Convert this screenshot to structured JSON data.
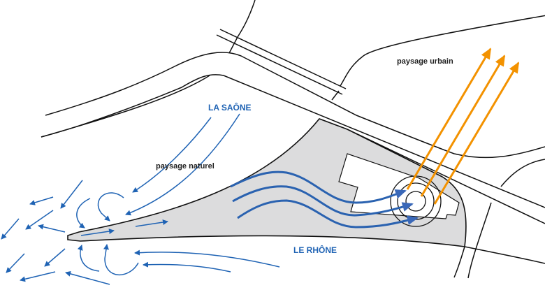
{
  "labels": {
    "saone": "LA SAÔNE",
    "rhone": "LE RHÔNE",
    "natural": "paysage naturel",
    "urban": "paysage urbain"
  },
  "colors": {
    "river_blue": "#1f63b4",
    "flow_blue": "#2a62b0",
    "urban_orange": "#f39200",
    "site_gray": "#dcdcdd",
    "line_black": "#111111"
  },
  "icons": [
    "arrow-icon"
  ]
}
